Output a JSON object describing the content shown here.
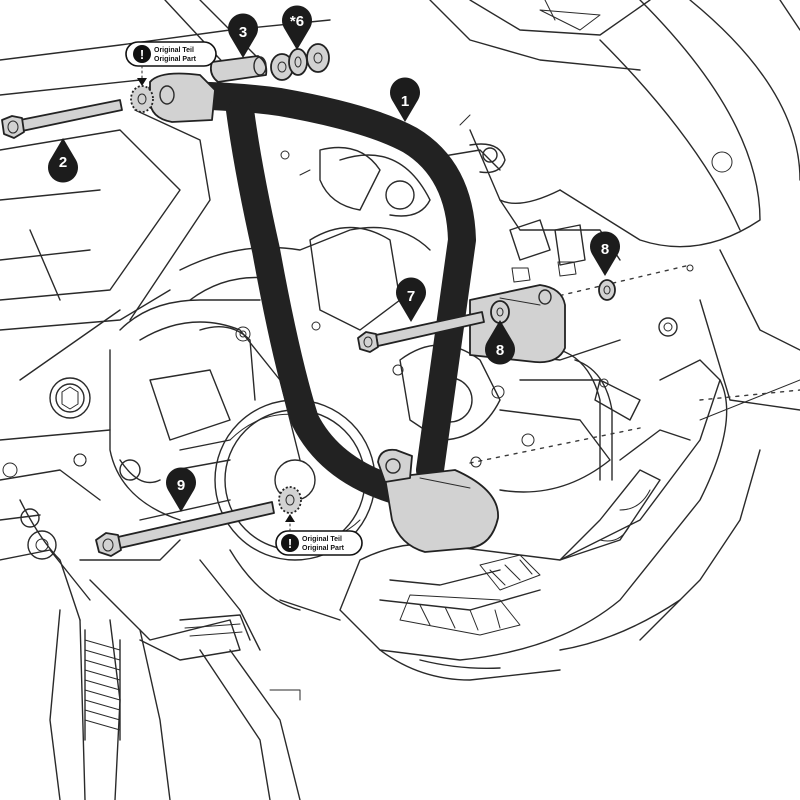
{
  "callouts": [
    {
      "id": "1",
      "label": "1"
    },
    {
      "id": "2",
      "label": "2"
    },
    {
      "id": "3",
      "label": "3"
    },
    {
      "id": "6",
      "label": "*6"
    },
    {
      "id": "7",
      "label": "7"
    },
    {
      "id": "8a",
      "label": "8"
    },
    {
      "id": "8b",
      "label": "8"
    },
    {
      "id": "9",
      "label": "9"
    }
  ],
  "notes": [
    {
      "id": "top",
      "line1": "Original Teil",
      "line2": "Original Part",
      "icon": "exclamation-icon"
    },
    {
      "id": "bottom",
      "line1": "Original Teil",
      "line2": "Original Part",
      "icon": "exclamation-icon"
    }
  ],
  "colors": {
    "callout_fill": "#1c1c1c",
    "part_fill": "#d2d2d2",
    "line": "#2a2a2a"
  }
}
